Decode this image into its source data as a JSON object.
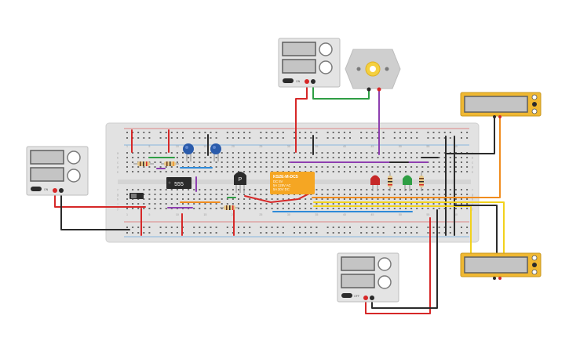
{
  "components": {
    "timer_ic": {
      "label": "555"
    },
    "transistor": {
      "label": "P"
    },
    "relay": {
      "model": "KS2E-M-DC5",
      "line1": "DC 5V",
      "line2": "5A 125V AC",
      "line3": "5A 30V DC"
    },
    "power_supply_labels": {
      "on": "ON",
      "off": "OFF"
    }
  },
  "breadboard": {
    "column_numbers": [
      "1",
      "5",
      "10",
      "15",
      "20",
      "25",
      "30",
      "35",
      "40",
      "45",
      "50",
      "55",
      "60"
    ],
    "row_letters": [
      "a",
      "b",
      "c",
      "d",
      "e",
      "f",
      "g",
      "h",
      "i",
      "j"
    ]
  },
  "colors": {
    "wire_red": "#d62828",
    "wire_black": "#2b2b2b",
    "wire_green": "#2e9e44",
    "wire_purple": "#8e3fb0",
    "wire_orange": "#f08c1e",
    "wire_yellow": "#f2d21c",
    "wire_blue": "#2f8ad8",
    "multimeter_yellow": "#f0b832",
    "relay_orange": "#f5a623",
    "led_red": "#c62828",
    "led_green": "#2e9e44",
    "capacitor_blue": "#2a5bab",
    "board": "#e2e2e2"
  }
}
